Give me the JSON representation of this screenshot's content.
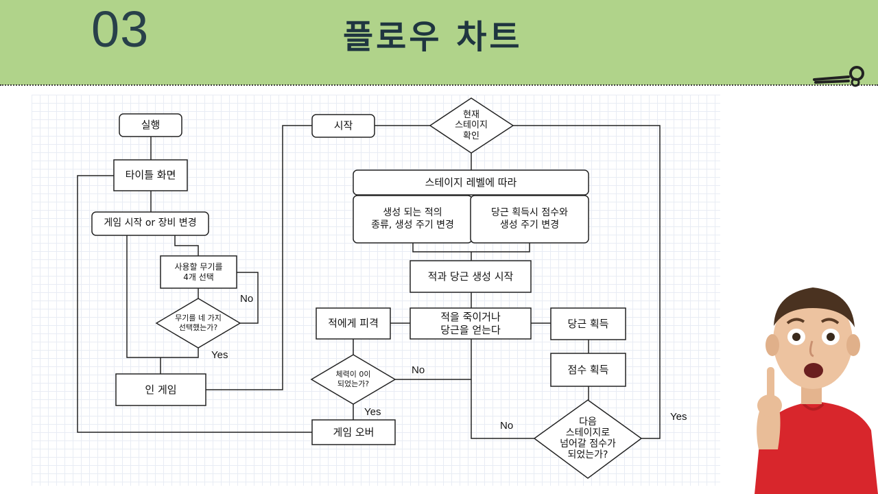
{
  "header": {
    "section_number": "03",
    "title": "플로우 차트"
  },
  "colors": {
    "header_bg": "#b0d38a",
    "title_text": "#1f3540",
    "node_stroke": "#222222"
  },
  "flowchart": {
    "nodes": {
      "run": "실행",
      "title_screen": "타이틀 화면",
      "game_start_or_equip": "게임 시작 or 장비 변경",
      "select_weapons": "사용할 무기를\n4개 선택",
      "weapons_selected_q": "무기를 네 가지\n선택했는가?",
      "in_game": "인 게임",
      "start": "시작",
      "check_stage_q": "현재\n스테이지\n확인",
      "by_stage_level": "스테이지 레벨에 따라",
      "enemy_spawn_change": "생성 되는 적의\n종류, 생성 주기 변경",
      "carrot_score_change": "당근 획득시 점수와\n생성 주기 변경",
      "spawn_start": "적과 당근 생성 시작",
      "hit_by_enemy": "적에게 피격",
      "kill_or_carrot": "적을 죽이거나\n당근을 얻는다",
      "carrot_get": "당근 획득",
      "score_get": "점수 획득",
      "hp_zero_q": "체력이 0이\n되었는가?",
      "game_over": "게임 오버",
      "next_stage_q": "다음\n스테이지로\n넘어갈 점수가\n되었는가?"
    },
    "edge_labels": {
      "weapons_no": "No",
      "weapons_yes": "Yes",
      "hp_no": "No",
      "hp_yes": "Yes",
      "next_no": "No",
      "next_yes": "Yes"
    }
  },
  "icons": {
    "scissors": "scissors-icon",
    "kid_photo": "surprised-boy-pointing-up"
  }
}
